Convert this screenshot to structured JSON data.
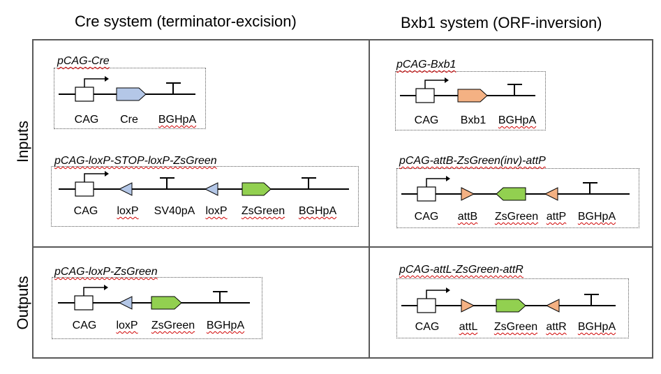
{
  "headers": {
    "cre": "Cre system (terminator-excision)",
    "bxb1": "Bxb1 system (ORF-inversion)",
    "inputs": "Inputs",
    "outputs": "Outputs"
  },
  "colors": {
    "grid": "#595959",
    "box_border": "#555555",
    "promoter_fill": "#ffffff",
    "cre_blue": "#b4c7e7",
    "bxb1_orange": "#f4b183",
    "zsgreen": "#92d050",
    "spellcheck_red": "#d00000"
  },
  "constructs": {
    "pcag_cre": {
      "title": "pCAG-Cre",
      "labels": [
        "CAG",
        "Cre",
        "BGHpA"
      ]
    },
    "pcag_loxp_stop": {
      "title": "pCAG-loxP-STOP-loxP-ZsGreen",
      "labels": [
        "CAG",
        "loxP",
        "SV40pA",
        "loxP",
        "ZsGreen",
        "BGHpA"
      ]
    },
    "pcag_loxp_zsgreen": {
      "title": "pCAG-loxP-ZsGreen",
      "labels": [
        "CAG",
        "loxP",
        "ZsGreen",
        "BGHpA"
      ]
    },
    "pcag_bxb1": {
      "title": "pCAG-Bxb1",
      "labels": [
        "CAG",
        "Bxb1",
        "BGHpA"
      ]
    },
    "pcag_attb": {
      "title": "pCAG-attB-ZsGreen(inv)-attP",
      "labels": [
        "CAG",
        "attB",
        "ZsGreen",
        "attP",
        "BGHpA"
      ]
    },
    "pcag_attl": {
      "title": "pCAG-attL-ZsGreen-attR",
      "labels": [
        "CAG",
        "attL",
        "ZsGreen",
        "attR",
        "BGHpA"
      ]
    }
  }
}
